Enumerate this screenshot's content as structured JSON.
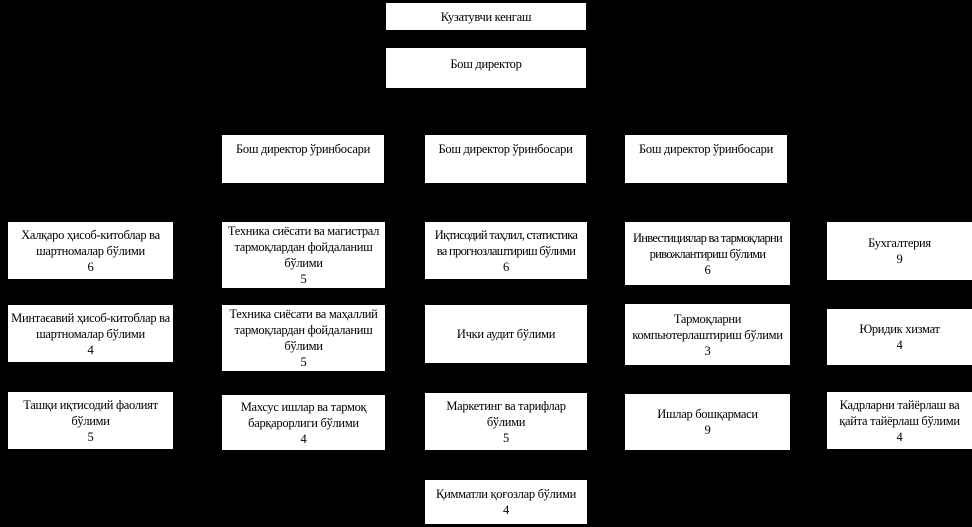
{
  "colors": {
    "background": "#000000",
    "box_background": "#ffffff",
    "box_border": "#000000",
    "box_text": "#000000"
  },
  "diagram": {
    "type": "org-chart",
    "nodes": [
      {
        "id": "supervisory-board",
        "label": "Кузатувчи кенгаш",
        "count": ""
      },
      {
        "id": "general-director",
        "label": "Бош директор",
        "count": ""
      },
      {
        "id": "deputy-general-director-1",
        "label": "Бош директор ўринбосари",
        "count": ""
      },
      {
        "id": "deputy-general-director-2",
        "label": "Бош директор ўринбосари",
        "count": ""
      },
      {
        "id": "deputy-general-director-3",
        "label": "Бош директор ўринбосари",
        "count": ""
      },
      {
        "id": "international-accounts",
        "label": "Халқаро ҳисоб-китоблар ва\nшартномалар бўлими",
        "count": "6"
      },
      {
        "id": "regional-accounts",
        "label": "Минтаєавий ҳисоб-китоблар ва\nшартномалар бўлими",
        "count": "4"
      },
      {
        "id": "foreign-economic-activity",
        "label": "Ташқи иқтисодий фаолият\nбўлими",
        "count": "5"
      },
      {
        "id": "backbone-networks",
        "label": "Техника сиёсати ва магистрал\nтармоқлардан фойдаланиш\nбўлими",
        "count": "5"
      },
      {
        "id": "local-networks",
        "label": "Техника сиёсати ва маҳаллий\nтармоқлардан фойдаланиш\nбўлими",
        "count": "5"
      },
      {
        "id": "special-works",
        "label": "Махсус ишлар ва тармоқ\nбарқарорлиги бўлими",
        "count": "4"
      },
      {
        "id": "economic-analysis",
        "label": "Иқтисодий таҳлил, статистика\nва прогнозлаштириш бўлими",
        "count": "6"
      },
      {
        "id": "internal-audit",
        "label": "Ички аудит бўлими",
        "count": ""
      },
      {
        "id": "marketing-tariffs",
        "label": "Маркетинг ва тарифлар\nбўлими",
        "count": "5"
      },
      {
        "id": "securities",
        "label": "Қимматли қоғозлар бўлими",
        "count": "4"
      },
      {
        "id": "investments-network-dev",
        "label": "Инвестициялар ва тармоқларни\nривожлантириш бўлими",
        "count": "6"
      },
      {
        "id": "network-computerization",
        "label": "Тармоқларни\nкомпьютерлаштириш бўлими",
        "count": "3"
      },
      {
        "id": "affairs-administration",
        "label": "Ишлар бошқармаси",
        "count": "9"
      },
      {
        "id": "accounting",
        "label": "Бухгалтерия",
        "count": "9"
      },
      {
        "id": "legal-service",
        "label": "Юридик хизмат",
        "count": "4"
      },
      {
        "id": "personnel-training",
        "label": "Кадрларни тайёрлаш ва\nқайта тайёрлаш бўлими",
        "count": "4"
      }
    ]
  }
}
